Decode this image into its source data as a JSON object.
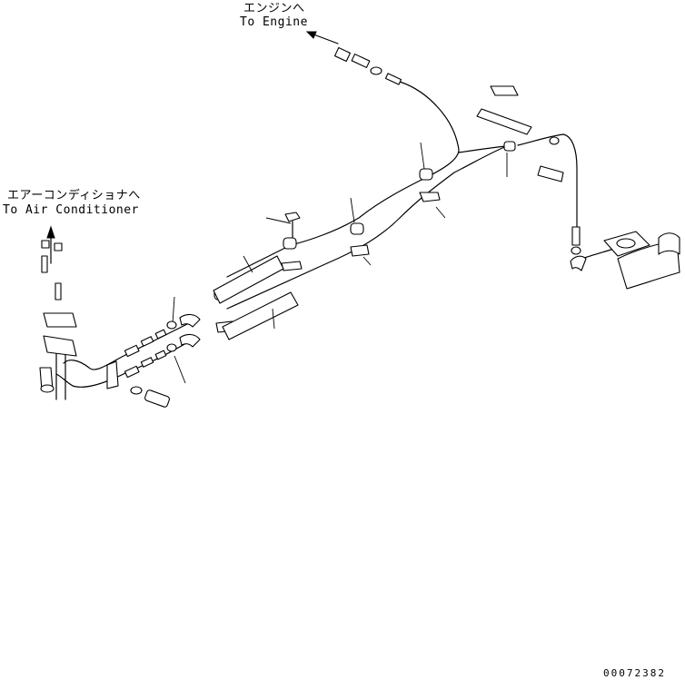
{
  "labels": {
    "engine_jp": "エンジンへ",
    "engine_en": "To Engine",
    "aircon_jp": "エアーコンディショナへ",
    "aircon_en": "To Air Conditioner",
    "drawing_number": "00072382"
  },
  "icons": {
    "flow_arrow": "arrow-icon"
  },
  "colors": {
    "line": "#000000",
    "background": "#ffffff"
  }
}
